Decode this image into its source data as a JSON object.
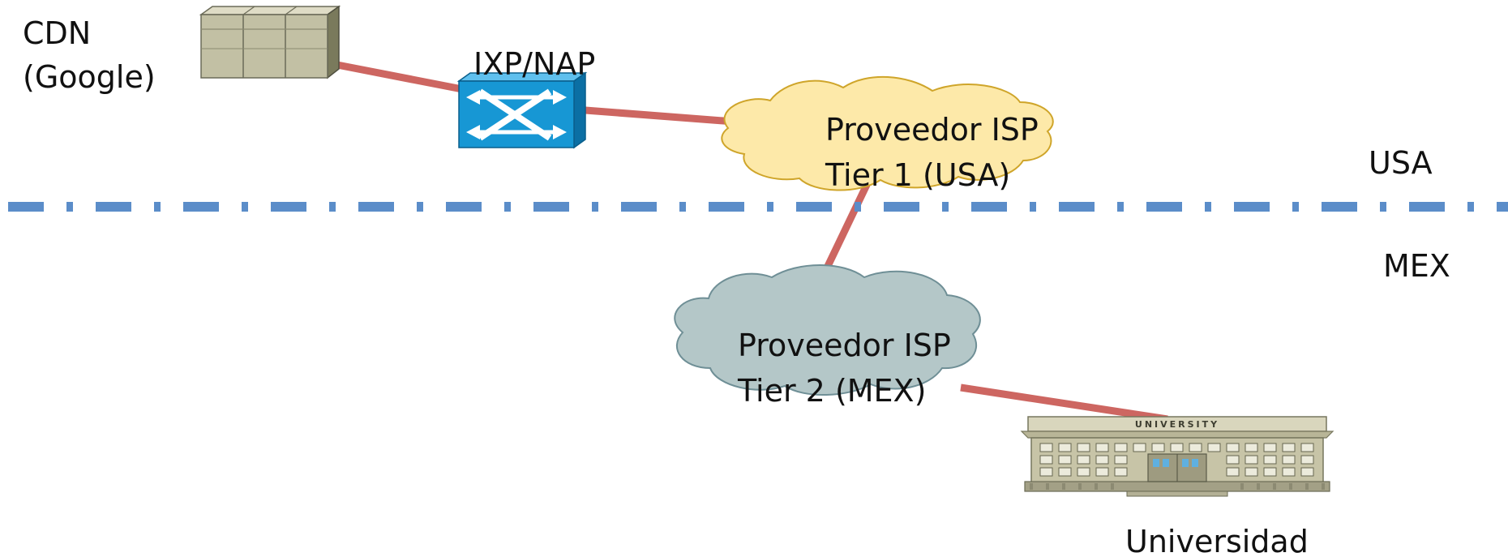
{
  "diagram": {
    "nodes": {
      "cdn": {
        "line1": "CDN",
        "line2": "(Google)",
        "icon": "server-rack-icon"
      },
      "ixp": {
        "label": "IXP/NAP",
        "icon": "network-switch-icon"
      },
      "isp_tier1": {
        "line1": "Proveedor ISP",
        "line2": "Tier 1 (USA)",
        "icon": "cloud-icon",
        "fill": "#fde9a9"
      },
      "isp_tier2": {
        "line1": "Proveedor ISP",
        "line2": "Tier 2 (MEX)",
        "icon": "cloud-icon",
        "fill": "#b4c7c8"
      },
      "university": {
        "label": "Universidad",
        "sign": "UNIVERSITY",
        "icon": "university-building-icon"
      }
    },
    "regions": {
      "top": "USA",
      "bottom": "MEX"
    },
    "links": [
      [
        "cdn",
        "ixp"
      ],
      [
        "ixp",
        "isp_tier1"
      ],
      [
        "isp_tier1",
        "isp_tier2"
      ],
      [
        "isp_tier2",
        "university"
      ]
    ],
    "colors": {
      "link": "#cd6661",
      "border_line": "#5b8dc9",
      "switch": "#1797d4"
    }
  }
}
